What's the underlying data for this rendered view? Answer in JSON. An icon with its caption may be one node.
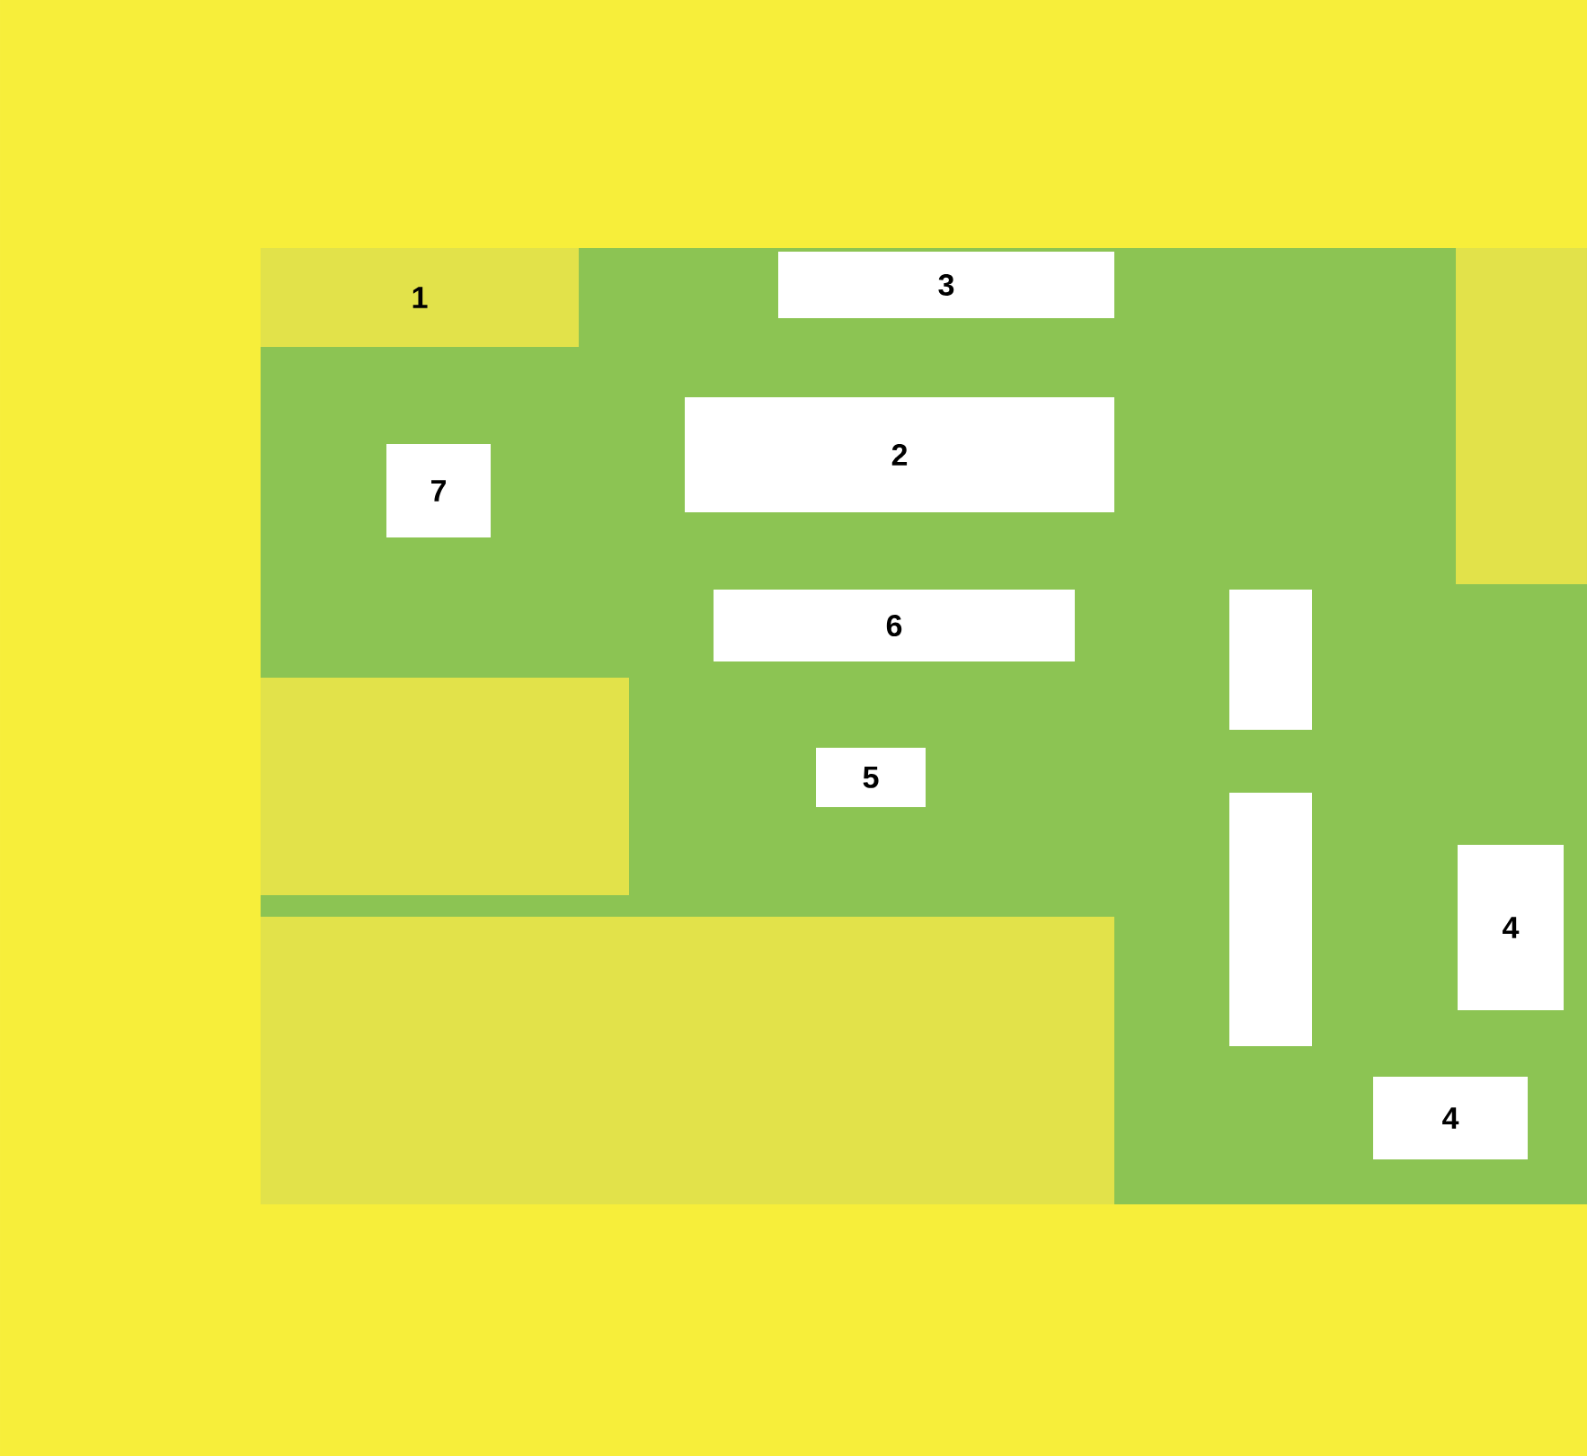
{
  "diagram": {
    "nodes": [
      {
        "text": [
          "1"
        ]
      },
      {
        "text": [
          "3"
        ]
      },
      {
        "text": [
          "2"
        ]
      },
      {
        "text": [
          "7"
        ]
      },
      {
        "text": [
          "6"
        ]
      },
      {
        "text": [],
        "shape": "box"
      },
      {
        "text": [
          "5"
        ]
      },
      {
        "text": [],
        "shape": "box"
      },
      {
        "text": [
          "4"
        ]
      },
      {
        "text": [
          "4"
        ]
      }
    ]
  }
}
